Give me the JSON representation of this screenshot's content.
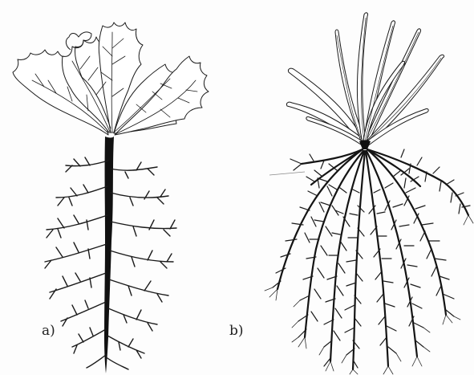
{
  "panels": {
    "a": {
      "label": "a)",
      "root_type": "taproot",
      "plant": "broadleaf-rosette"
    },
    "b": {
      "label": "b)",
      "root_type": "fibrous",
      "plant": "grass"
    }
  },
  "colors": {
    "background": "#fdfdfd",
    "ink": "#1a1a1a",
    "leaf_fill": "#ffffff"
  }
}
